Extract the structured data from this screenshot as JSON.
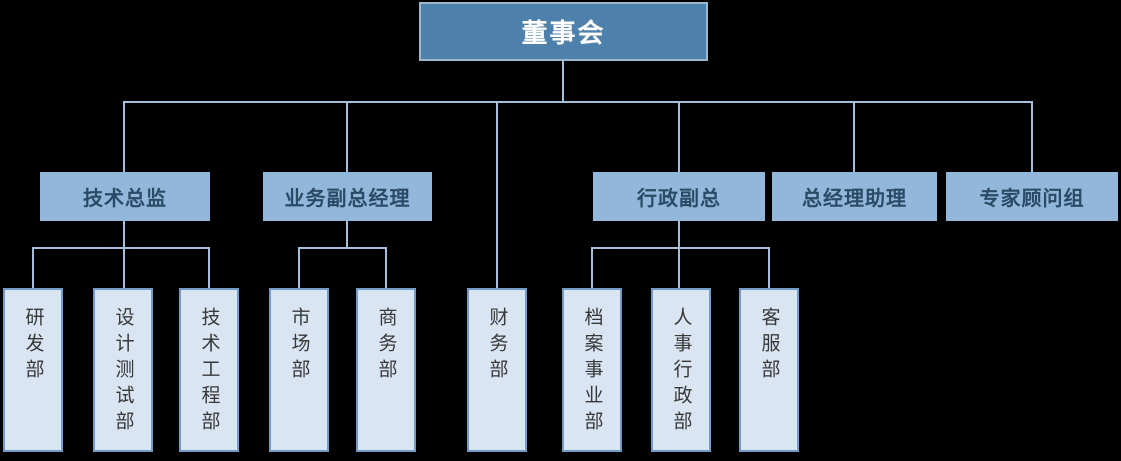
{
  "org": {
    "title": "company-organization-chart",
    "root": {
      "label": "董事会"
    },
    "level2": [
      {
        "label": "技术总监"
      },
      {
        "label": "业务副总经理"
      },
      {
        "label": "行政副总"
      },
      {
        "label": "总经理助理"
      },
      {
        "label": "专家顾问组"
      }
    ],
    "level3": [
      {
        "label": "研发部",
        "parent": "技术总监"
      },
      {
        "label": "设计测试部",
        "parent": "技术总监"
      },
      {
        "label": "技术工程部",
        "parent": "技术总监"
      },
      {
        "label": "市场部",
        "parent": "业务副总经理"
      },
      {
        "label": "商务部",
        "parent": "业务副总经理"
      },
      {
        "label": "财务部",
        "parent": "董事会"
      },
      {
        "label": "档案事业部",
        "parent": "行政副总"
      },
      {
        "label": "人事行政部",
        "parent": "行政副总"
      },
      {
        "label": "客服部",
        "parent": "行政副总"
      }
    ],
    "colors": {
      "background": "#000000",
      "root_fill": "#4d80ab",
      "root_border": "#9fb7ca",
      "root_text": "#ffffff",
      "level2_fill": "#92b7da",
      "level2_text": "#2b4a66",
      "level3_fill": "#d9e5f3",
      "level3_border": "#729cc6",
      "level3_text": "#383838",
      "connector": "#a2bfdb"
    }
  }
}
